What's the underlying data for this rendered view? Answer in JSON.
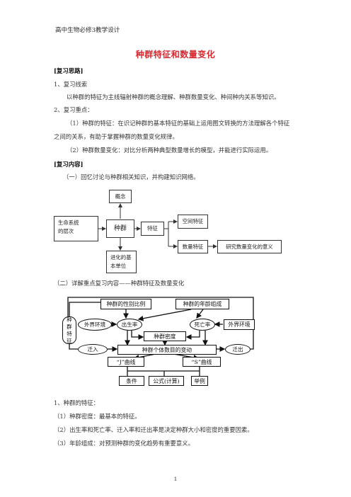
{
  "header": "高中生物必修3教学设计",
  "title": "种群特征和数量变化",
  "section1": "[复习思路]",
  "item1": "1、复习线索",
  "line_clue": "以种群的特征为主线辐射种群的概念理解、种群数量变化、种间种内关系等知识。",
  "item2": "2、复习重点：",
  "point1_line1": "（1）种群的特征：在识记种群的基本特征的基础上运用图文转换的方法理解各个特征",
  "point1_line2": "之间的关系，有助于掌握种群的数量变化规律。",
  "point2": "（2）种群数量变化：对比分析两种典型数量增长的模型，并能进行实际运用。",
  "section2": "[复习内容]",
  "part1": "（一）回忆讨论与种群相关知识，并构建知识网络。",
  "d1": {
    "concept": "概念",
    "life_system": "生命系统\n的层次",
    "population": "种群",
    "feature": "特征",
    "spatial": "空间特征",
    "quantity": "数量特征",
    "research": "研究数量变化的意义",
    "evolution": "进化的基\n本单位"
  },
  "part2": "（二）详解重点复习内容——种群特征及数量变化",
  "d2": {
    "sex_ratio": "种群的性别比例",
    "age_structure": "种群的年龄组成",
    "env_left": "外界环境",
    "birth_rate": "出生率",
    "death_rate": "死亡率",
    "env_right": "外界环境",
    "density": "种群密度",
    "features": "种\n群\n特\n征",
    "immigration": "迁入",
    "change": "种群个体数目的变动",
    "emigration": "迁出",
    "j_curve": "“J”曲线",
    "s_curve": "“S”曲线",
    "conditions": "条件",
    "formula": "公式(计算)",
    "example": "举例"
  },
  "item3": "1、种群的特征：",
  "feat1": "（1）种群密度：最基本的特征。",
  "feat2": "（2）出生率和死亡率、迁入率和迁出率是决定种群大小和密度的重要因素。",
  "feat3": "（3）年龄组成：对预测种群的变化趋势有重要意义。",
  "page_number": "1",
  "colors": {
    "title": "#d6282e"
  }
}
